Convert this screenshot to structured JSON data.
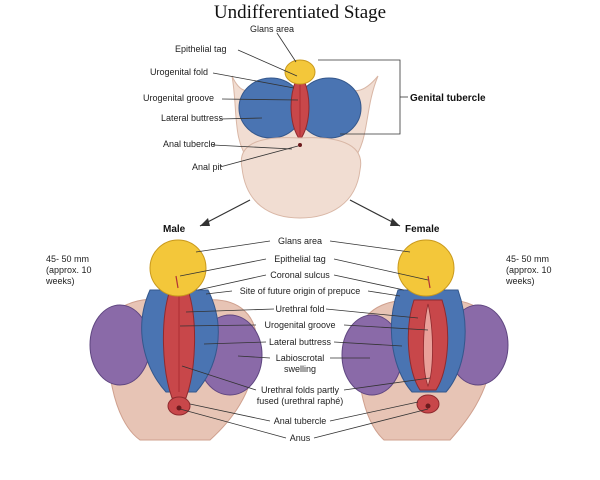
{
  "title": "Undifferentiated Stage",
  "top_labels": {
    "glans_area": "Glans area",
    "epithelial_tag": "Epithelial tag",
    "urogenital_fold": "Urogenital fold",
    "urogenital_groove": "Urogenital groove",
    "lateral_buttress": "Lateral buttress",
    "anal_tubercle": "Anal tubercle",
    "anal_pit": "Anal pit",
    "genital_tubercle": "Genital tubercle"
  },
  "male_heading": "Male",
  "female_heading": "Female",
  "age_left": [
    "45- 50 mm",
    "(approx. 10",
    "weeks)"
  ],
  "age_right": [
    "45- 50 mm",
    "(approx. 10",
    "weeks)"
  ],
  "bottom_labels": {
    "glans_area": "Glans area",
    "epithelial_tag": "Epithelial tag",
    "coronal_sulcus": "Coronal sulcus",
    "future_prepuce": "Site of future origin of prepuce",
    "urethral_fold": "Urethral fold",
    "urogenital_groove": "Urogenital groove",
    "lateral_buttress": "Lateral buttress",
    "labioscrotal_1": "Labioscrotal",
    "labioscrotal_2": "swelling",
    "urethral_folds_1": "Urethral folds partly",
    "urethral_folds_2": "fused (urethral raphé)",
    "anal_tubercle": "Anal tubercle",
    "anus": "Anus"
  },
  "colors": {
    "glans": "#f3c73a",
    "buttress": "#4a74b2",
    "labioscrotal": "#8a6aa8",
    "fold": "#c8474a",
    "skin": "#f1ddd2"
  }
}
